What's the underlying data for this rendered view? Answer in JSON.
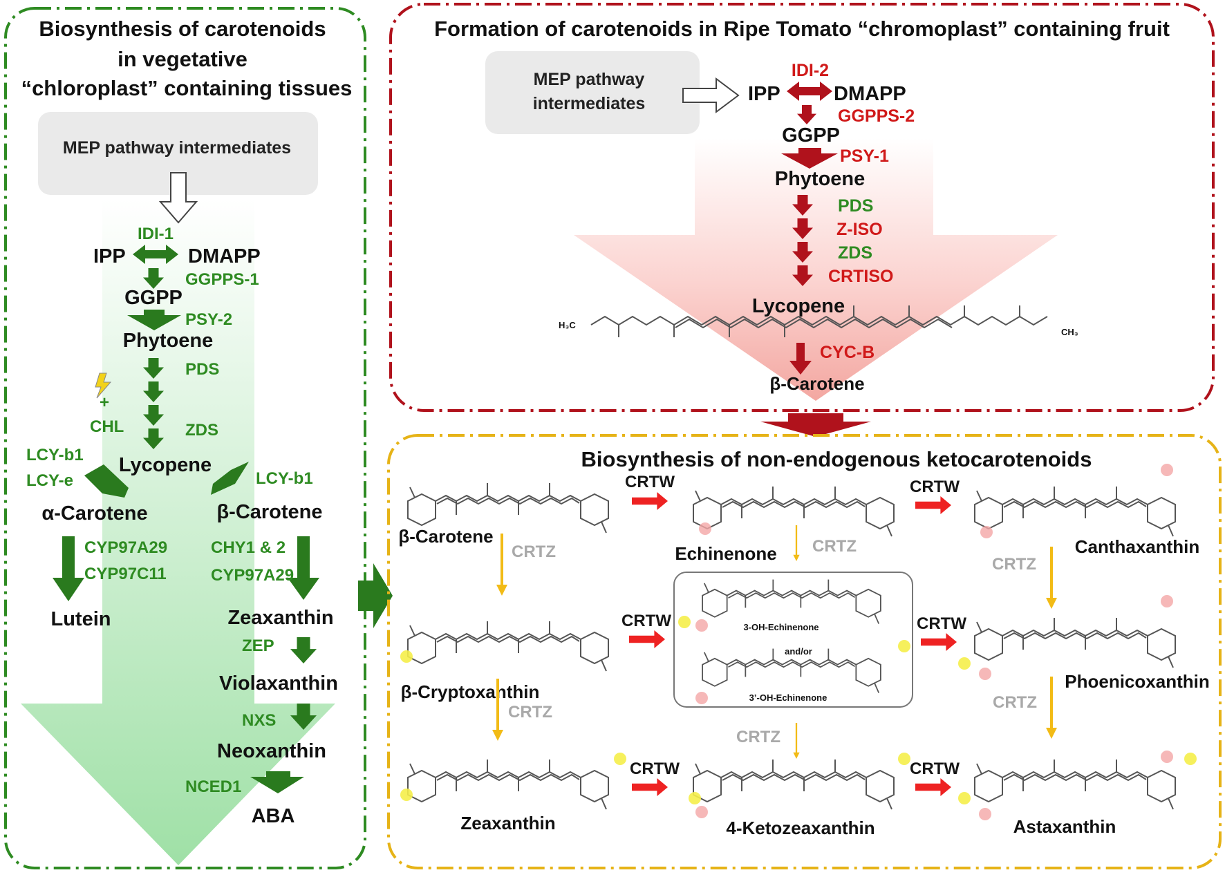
{
  "panels": {
    "chloroplast": {
      "title_lines": [
        "Biosynthesis of carotenoids",
        "in vegetative",
        "“chloroplast” containing tissues"
      ],
      "mep": "MEP pathway intermediates",
      "nodes": {
        "ipp": "IPP",
        "dmapp": "DMAPP",
        "ggpp": "GGPP",
        "phytoene": "Phytoene",
        "lycopene": "Lycopene",
        "alpha_carotene": "α-Carotene",
        "beta_carotene": "β-Carotene",
        "lutein": "Lutein",
        "zeaxanthin": "Zeaxanthin",
        "violaxanthin": "Violaxanthin",
        "neoxanthin": "Neoxanthin",
        "aba": "ABA"
      },
      "enzymes": {
        "idi": "IDI-1",
        "ggpps": "GGPPS-1",
        "psy": "PSY-2",
        "pds": "PDS",
        "zds": "ZDS",
        "chl_plus": "+",
        "chl": "CHL",
        "lcy_b1_left": "LCY-b1",
        "lcy_e": "LCY-e",
        "lcy_b1_right": "LCY-b1",
        "cyp97a29_left": "CYP97A29",
        "cyp97c11": "CYP97C11",
        "chy": "CHY1 & 2",
        "cyp97a29_right": "CYP97A29",
        "zep": "ZEP",
        "nxs": "NXS",
        "nced": "NCED1"
      }
    },
    "chromoplast": {
      "title": "Formation of carotenoids in Ripe Tomato “chromoplast” containing fruit",
      "mep_lines": [
        "MEP pathway",
        "intermediates"
      ],
      "nodes": {
        "ipp": "IPP",
        "dmapp": "DMAPP",
        "ggpp": "GGPP",
        "phytoene": "Phytoene",
        "lycopene": "Lycopene",
        "beta_carotene": "β-Carotene"
      },
      "enzymes": {
        "idi": "IDI-2",
        "ggpps": "GGPPS-2",
        "psy": "PSY-1",
        "pds": "PDS",
        "ziso": "Z-ISO",
        "zds": "ZDS",
        "crtiso": "CRTISO",
        "cyc": "CYC-B"
      },
      "structure_labels": {
        "left_end": "H₃C",
        "methyl": "CH₃"
      }
    },
    "keto": {
      "title": "Biosynthesis of non-endogenous ketocarotenoids",
      "compounds": {
        "beta_carotene": "β-Carotene",
        "echinenone": "Echinenone",
        "canthaxanthin": "Canthaxanthin",
        "beta_cryptoxanthin": "β-Cryptoxanthin",
        "phoenicoxanthin": "Phoenicoxanthin",
        "zeaxanthin": "Zeaxanthin",
        "ketozeaxanthin": "4-Ketozeaxanthin",
        "astaxanthin": "Astaxanthin",
        "oh_echinenone_3": "3-OH-Echinenone",
        "andor": "and/or",
        "oh_echinenone_3p": "3’-OH-Echinenone"
      },
      "enzymes": {
        "crtw": "CRTW",
        "crtz": "CRTZ"
      }
    }
  },
  "colors": {
    "chloroplast_green": "#2e8b22",
    "arrow_green": "#2a7a1e",
    "chromoplast_red": "#b0121c",
    "enzyme_red": "#d01919",
    "keto_yellow": "#e6b317",
    "crtw_arrow": "#ee2222",
    "crtz_arrow": "#f2bb16"
  }
}
